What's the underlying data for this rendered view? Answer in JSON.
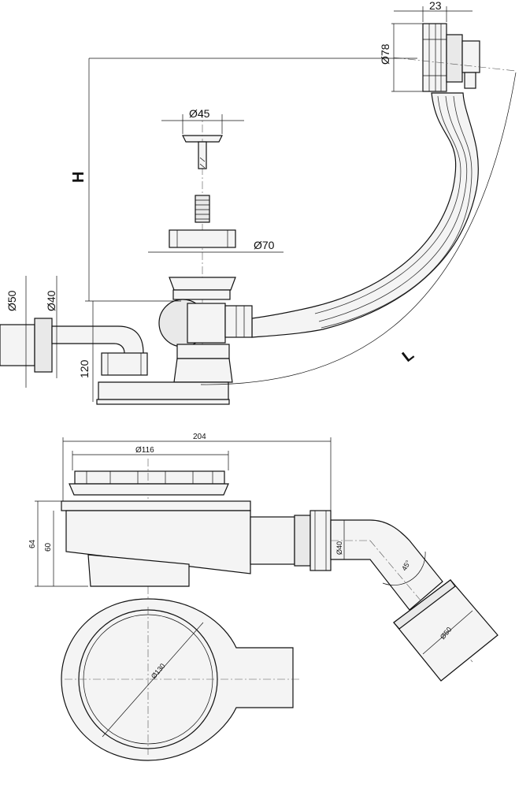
{
  "top_view": {
    "dim_23": "23",
    "dim_d78": "Ø78",
    "dim_d45": "Ø45",
    "dim_d70": "Ø70",
    "dim_d50": "Ø50",
    "dim_d40": "Ø40",
    "dim_H": "H",
    "dim_L": "L",
    "dim_120": "120"
  },
  "bottom_view": {
    "dim_204": "204",
    "dim_d116": "Ø116",
    "dim_64": "64",
    "dim_60": "60",
    "dim_d40": "Ø40",
    "dim_45deg": "45°",
    "dim_d50": "Ø50",
    "dim_d130": "Ø130"
  }
}
